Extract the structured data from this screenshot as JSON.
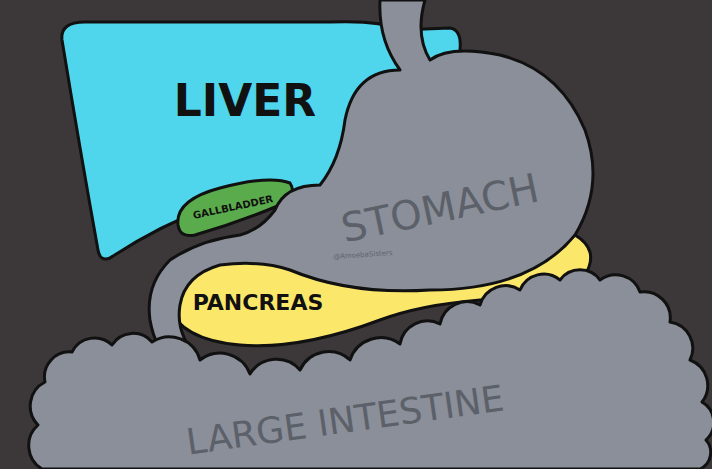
{
  "diagram": {
    "nodes": [
      {
        "text": [
          "LIVER"
        ]
      },
      {
        "text": [
          "GALLBLADDER"
        ]
      },
      {
        "text": [
          "STOMACH"
        ]
      },
      {
        "text": [
          "PANCREAS"
        ]
      },
      {
        "text": [
          "LARGE INTESTINE"
        ]
      }
    ],
    "labels": [
      "@AmoebaSisters"
    ]
  }
}
